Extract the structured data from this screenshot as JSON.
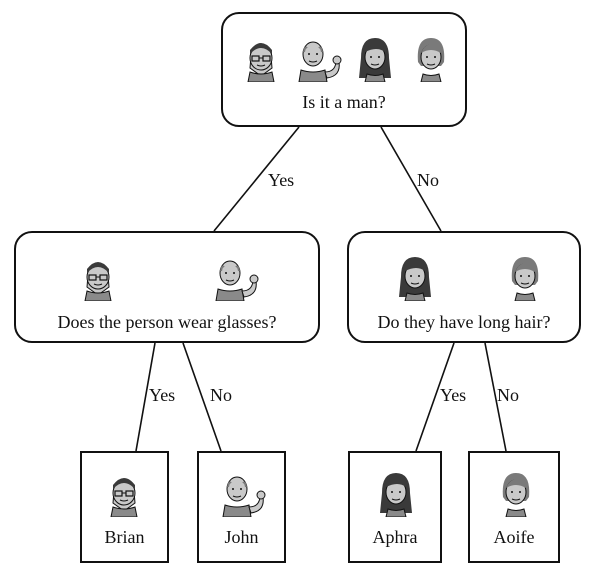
{
  "root": {
    "question": "Is it a man?",
    "faces": [
      "glasses-man-icon",
      "bald-man-flexing-icon",
      "long-haired-woman-icon",
      "short-haired-woman-icon"
    ]
  },
  "left_question": {
    "question": "Does the person wear glasses?",
    "faces": [
      "glasses-man-icon",
      "bald-man-flexing-icon"
    ]
  },
  "right_question": {
    "question": "Do they have long hair?",
    "faces": [
      "long-haired-woman-icon",
      "short-haired-woman-icon"
    ]
  },
  "edges": {
    "root_yes": "Yes",
    "root_no": "No",
    "left_yes": "Yes",
    "left_no": "No",
    "right_yes": "Yes",
    "right_no": "No"
  },
  "leaves": [
    {
      "name": "Brian",
      "face": "glasses-man-icon"
    },
    {
      "name": "John",
      "face": "bald-man-flexing-icon"
    },
    {
      "name": "Aphra",
      "face": "long-haired-woman-icon"
    },
    {
      "name": "Aoife",
      "face": "short-haired-woman-icon"
    }
  ],
  "colors": {
    "stroke": "#111111",
    "skin": "#c9c9c9",
    "dark_hair": "#3a3a3a",
    "mid_hair": "#7a7a7a",
    "shirt": "#8a8a8a"
  }
}
